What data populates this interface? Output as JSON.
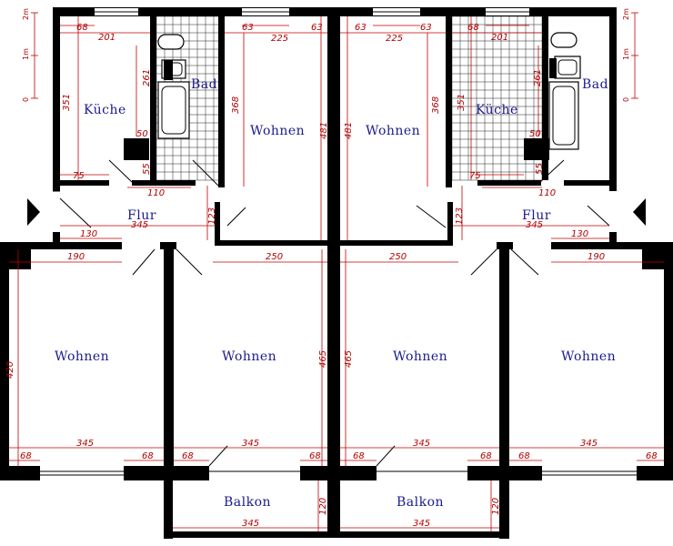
{
  "rooms": {
    "kueche_left": "Küche",
    "bad_left": "Bad",
    "wohnen_top_left": "Wohnen",
    "wohnen_top_right": "Wohnen",
    "kueche_right": "Küche",
    "bad_right": "Bad",
    "flur_left": "Flur",
    "flur_right": "Flur",
    "wohnen_bottom_1": "Wohnen",
    "wohnen_bottom_2": "Wohnen",
    "wohnen_bottom_3": "Wohnen",
    "wohnen_bottom_4": "Wohnen",
    "balkon_left": "Balkon",
    "balkon_right": "Balkon"
  },
  "dims": {
    "k1_68": "68",
    "k1_201": "201",
    "k1_351": "351",
    "k1_261": "261",
    "k1_50": "50",
    "k1_55": "55",
    "k1_75": "75",
    "k1_110": "110",
    "w1_63a": "63",
    "w1_225": "225",
    "w1_63b": "63",
    "w1_368": "368",
    "w1_481": "481",
    "w2_481": "481",
    "w2_63a": "63",
    "w2_225": "225",
    "w2_63b": "63",
    "w2_368": "368",
    "k2_68": "68",
    "k2_201": "201",
    "k2_351": "351",
    "k2_261": "261",
    "k2_50": "50",
    "k2_55": "55",
    "k2_75": "75",
    "k2_110": "110",
    "f1_130": "130",
    "f1_345": "345",
    "f1_123": "123",
    "f2_123": "123",
    "f2_345": "345",
    "f2_130": "130",
    "b1_190": "190",
    "b1_420": "420",
    "b1_345": "345",
    "b1_68a": "68",
    "b1_68b": "68",
    "b2_250": "250",
    "b2_465": "465",
    "b2_68a": "68",
    "b2_345": "345",
    "b2_68b": "68",
    "b3_465": "465",
    "b3_250": "250",
    "b3_68a": "68",
    "b3_345": "345",
    "b3_68b": "68",
    "b4_190": "190",
    "b4_68a": "68",
    "b4_345": "345",
    "b4_68b": "68",
    "bk1_120": "120",
    "bk1_345": "345",
    "bk2_120": "120",
    "bk2_345": "345"
  },
  "scale": {
    "left_0": "0",
    "left_1m": "1m",
    "left_2m": "2m",
    "right_0": "0",
    "right_1m": "1m",
    "right_2m": "2m"
  }
}
